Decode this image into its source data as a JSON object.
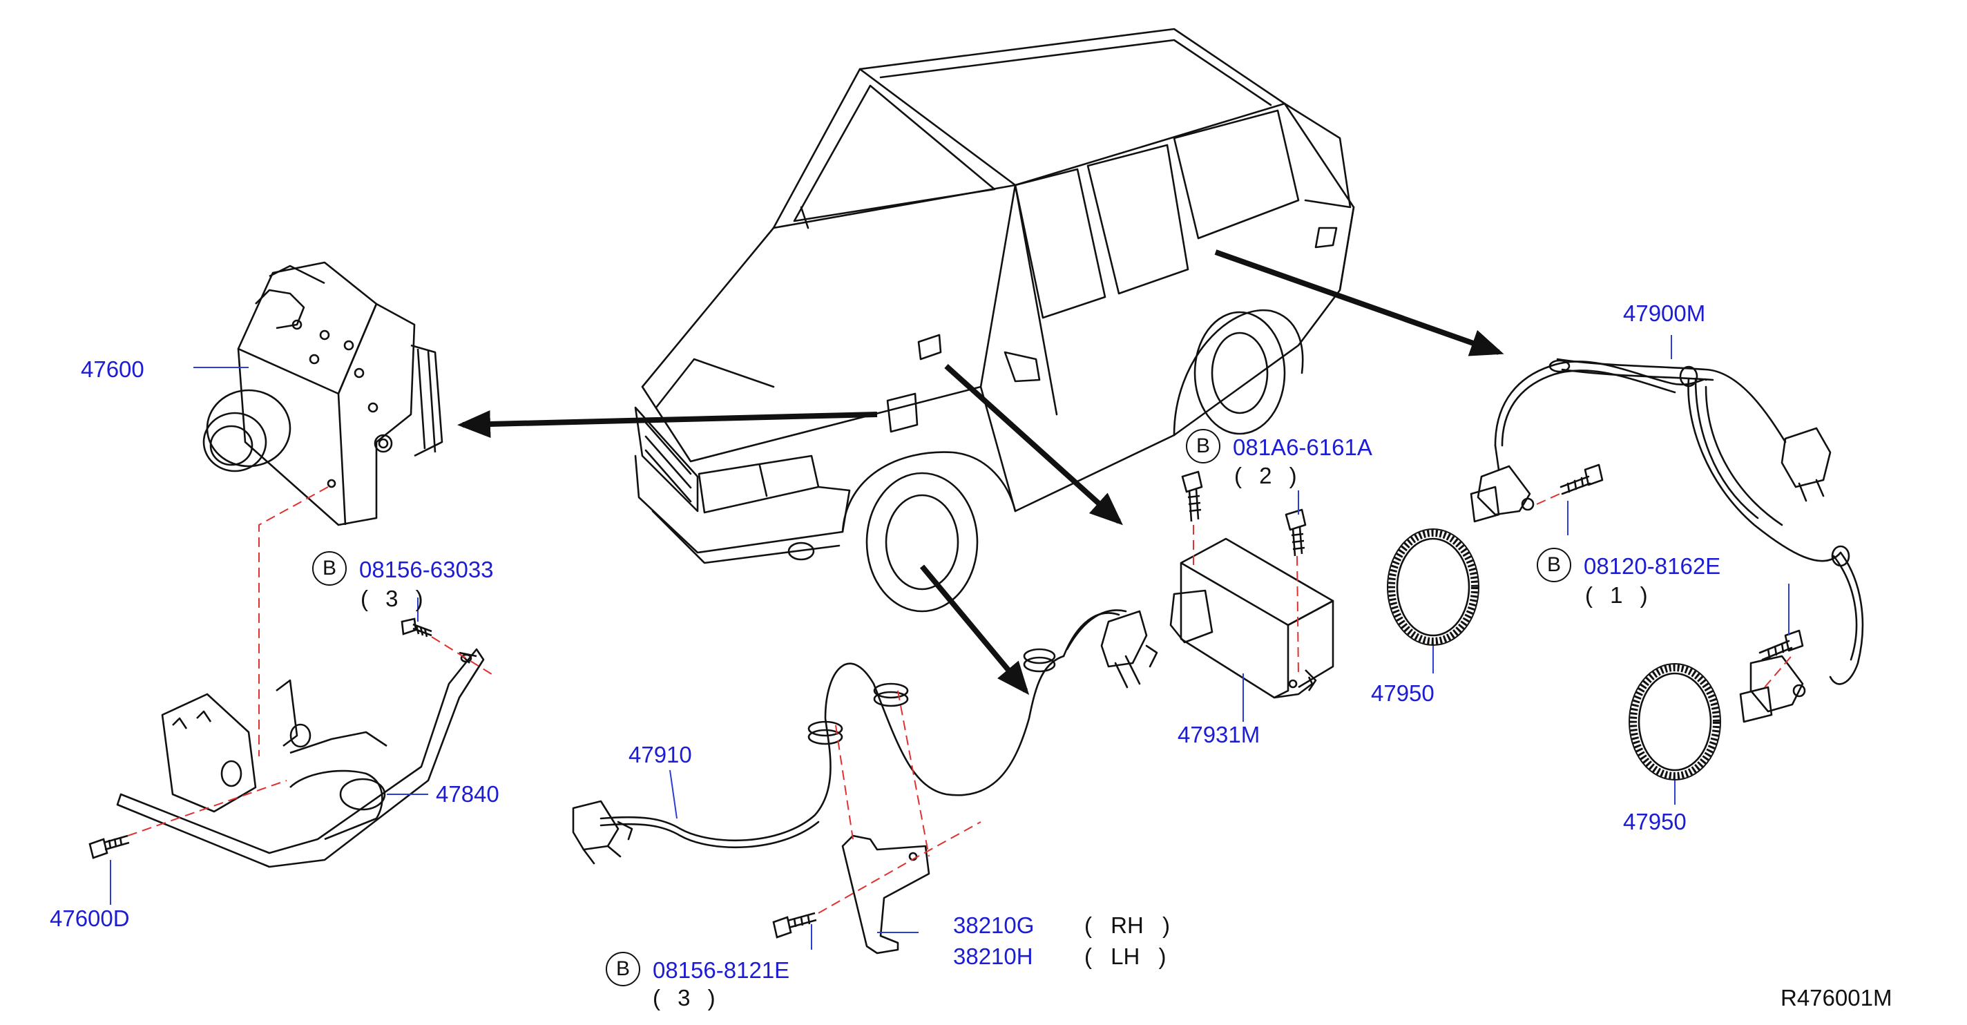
{
  "part_labels": {
    "abs_actuator": "47600",
    "bracket": "47840",
    "bracket_bolt": "47600D",
    "front_sensor": "47910",
    "rear_harness": "47900M",
    "sensor_rotor_1": "47950",
    "sensor_rotor_2": "47950",
    "yaw_sensor": "47931M",
    "clip_rh": "38210G",
    "clip_lh": "38210H"
  },
  "side_labels": {
    "rh": "( RH )",
    "lh": "( LH )"
  },
  "bolts": {
    "actuator_bolt": {
      "symbol": "B",
      "code": "08156-63033",
      "qty": "( 3 )"
    },
    "yaw_bolt": {
      "symbol": "B",
      "code": "081A6-6161A",
      "qty": "( 2 )"
    },
    "rear_sensor_bolt": {
      "symbol": "B",
      "code": "08120-8162E",
      "qty": "( 1 )"
    },
    "clip_bolt": {
      "symbol": "B",
      "code": "08156-8121E",
      "qty": "( 3 )"
    }
  },
  "diagram_id": "R476001M",
  "colors": {
    "label_blue": "#1c1cd4",
    "line": "#111111",
    "leader_red": "#e03030"
  }
}
